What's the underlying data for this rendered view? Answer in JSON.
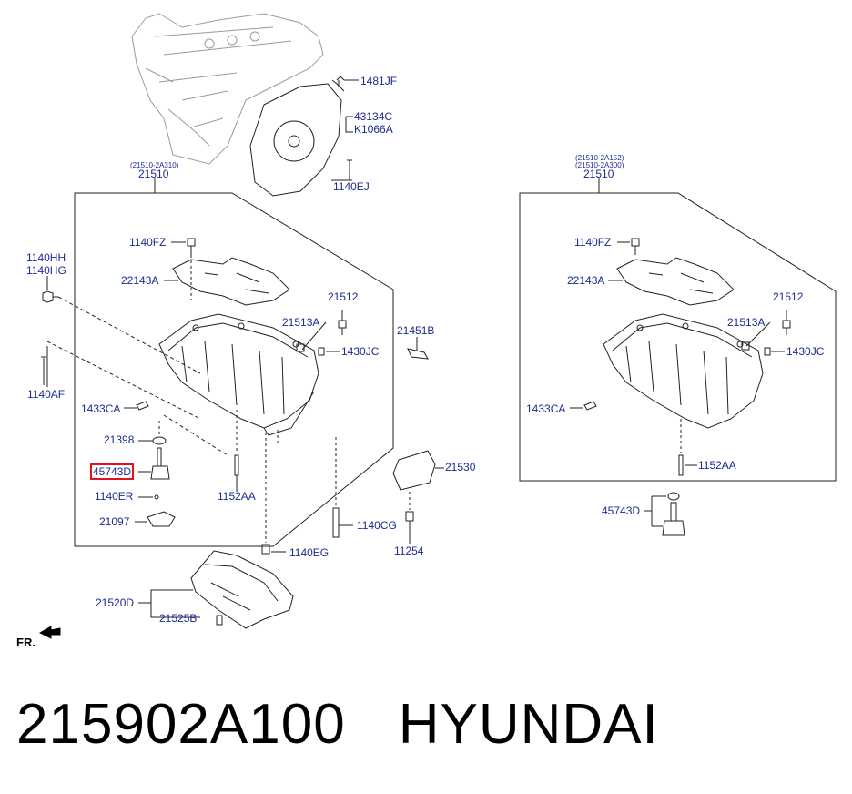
{
  "diagram": {
    "labels": {
      "l1481JF": "1481JF",
      "l43134C": "43134C",
      "lK1066A": "K1066A",
      "l1140EJ": "1140EJ",
      "lGroupLeftSub": "(21510-2A310)",
      "lGroupLeft": "21510",
      "lGroupRightSub1": "(21510-2A152)",
      "lGroupRightSub2": "(21510-2A300)",
      "lGroupRight": "21510",
      "l1140HH": "1140HH",
      "l1140HG": "1140HG",
      "l1140AF": "1140AF",
      "l1140FZ_L": "1140FZ",
      "l22143A_L": "22143A",
      "l21512_L": "21512",
      "l21513A_L": "21513A",
      "l1430JC_L": "1430JC",
      "l21451B": "21451B",
      "l1433CA_L": "1433CA",
      "l21398": "21398",
      "l45743D_L": "45743D",
      "l1140ER": "1140ER",
      "l21097": "21097",
      "l1152AA_L": "1152AA",
      "l21530": "21530",
      "l1140CG": "1140CG",
      "l11254": "11254",
      "l1140EG": "1140EG",
      "l21520D": "21520D",
      "l21525B": "21525B",
      "l1140FZ_R": "1140FZ",
      "l22143A_R": "22143A",
      "l21512_R": "21512",
      "l21513A_R": "21513A",
      "l1430JC_R": "1430JC",
      "l1433CA_R": "1433CA",
      "l1152AA_R": "1152AA",
      "l45743D_R": "45743D",
      "lFR": "FR."
    }
  },
  "caption": {
    "part_number": "215902A100",
    "brand": "HYUNDAI"
  },
  "colors": {
    "label": "#1d2b8f",
    "highlight": "#e0141e",
    "line": "#000000"
  }
}
